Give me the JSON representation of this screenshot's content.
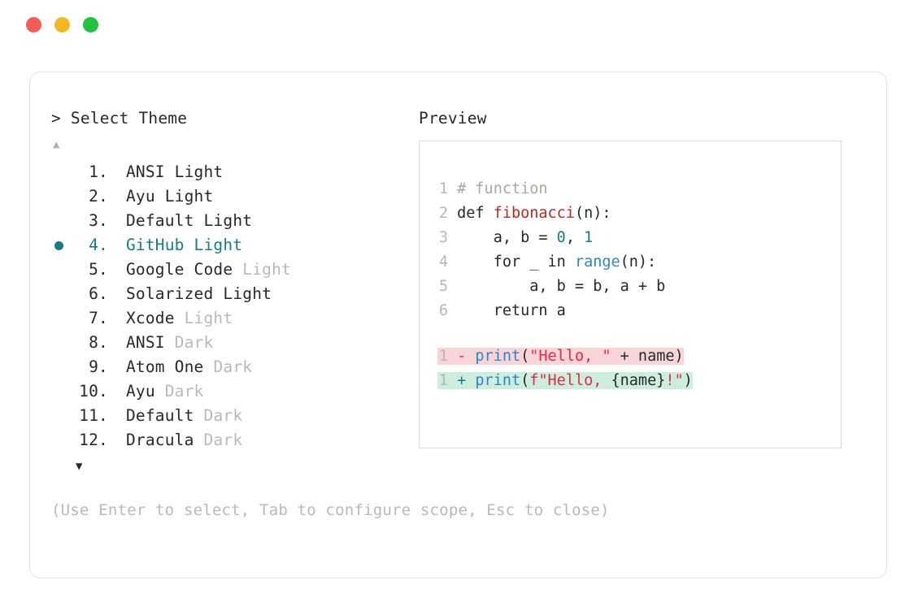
{
  "window": {
    "dots": [
      {
        "name": "close",
        "color": "#f45b56"
      },
      {
        "name": "minimize",
        "color": "#f5b825"
      },
      {
        "name": "maximize",
        "color": "#25c03f"
      }
    ]
  },
  "accent_color": "#167c7c",
  "left_panel": {
    "prompt": "> Select Theme",
    "scroll_up_glyph": "▲",
    "scroll_down_glyph": "▼",
    "selected_index": 4,
    "items": [
      {
        "index": "1.",
        "name": "ANSI",
        "suffix": "Light",
        "suffix_muted": false,
        "selected": false
      },
      {
        "index": "2.",
        "name": "Ayu",
        "suffix": "Light",
        "suffix_muted": false,
        "selected": false
      },
      {
        "index": "3.",
        "name": "Default",
        "suffix": "Light",
        "suffix_muted": false,
        "selected": false
      },
      {
        "index": "4.",
        "name": "GitHub",
        "suffix": "Light",
        "suffix_muted": false,
        "selected": true
      },
      {
        "index": "5.",
        "name": "Google Code",
        "suffix": "Light",
        "suffix_muted": true,
        "selected": false
      },
      {
        "index": "6.",
        "name": "Solarized",
        "suffix": "Light",
        "suffix_muted": false,
        "selected": false
      },
      {
        "index": "7.",
        "name": "Xcode",
        "suffix": "Light",
        "suffix_muted": true,
        "selected": false
      },
      {
        "index": "8.",
        "name": "ANSI",
        "suffix": "Dark",
        "suffix_muted": true,
        "selected": false
      },
      {
        "index": "9.",
        "name": "Atom One",
        "suffix": "Dark",
        "suffix_muted": true,
        "selected": false
      },
      {
        "index": "10.",
        "name": "Ayu",
        "suffix": "Dark",
        "suffix_muted": true,
        "selected": false
      },
      {
        "index": "11.",
        "name": "Default",
        "suffix": "Dark",
        "suffix_muted": true,
        "selected": false
      },
      {
        "index": "12.",
        "name": "Dracula",
        "suffix": "Dark",
        "suffix_muted": true,
        "selected": false
      }
    ]
  },
  "right_panel": {
    "header": "Preview",
    "code_lines": [
      {
        "ln": "1",
        "tokens": [
          {
            "t": "# function",
            "c": "c-comment"
          }
        ]
      },
      {
        "ln": "2",
        "tokens": [
          {
            "t": "def ",
            "c": "c-plain"
          },
          {
            "t": "fibonacci",
            "c": "c-func"
          },
          {
            "t": "(n):",
            "c": "c-plain"
          }
        ]
      },
      {
        "ln": "3",
        "tokens": [
          {
            "t": "    a, b = ",
            "c": "c-plain"
          },
          {
            "t": "0",
            "c": "c-num"
          },
          {
            "t": ", ",
            "c": "c-plain"
          },
          {
            "t": "1",
            "c": "c-num"
          }
        ]
      },
      {
        "ln": "4",
        "tokens": [
          {
            "t": "    for _ in ",
            "c": "c-plain"
          },
          {
            "t": "range",
            "c": "c-builtin"
          },
          {
            "t": "(n):",
            "c": "c-plain"
          }
        ]
      },
      {
        "ln": "5",
        "tokens": [
          {
            "t": "        a, b = b, a + b",
            "c": "c-plain"
          }
        ]
      },
      {
        "ln": "6",
        "tokens": [
          {
            "t": "    return a",
            "c": "c-plain"
          }
        ]
      }
    ],
    "diff_lines": [
      {
        "ln": "1",
        "kind": "del",
        "marker": "-",
        "tokens": [
          {
            "t": "print",
            "c": "c-builtin"
          },
          {
            "t": "(",
            "c": "c-plain"
          },
          {
            "t": "\"Hello, \"",
            "c": "c-str"
          },
          {
            "t": " + name)",
            "c": "c-plain"
          }
        ]
      },
      {
        "ln": "1",
        "kind": "add",
        "marker": "+",
        "tokens": [
          {
            "t": "print",
            "c": "c-builtin"
          },
          {
            "t": "(",
            "c": "c-plain"
          },
          {
            "t": "f\"Hello, ",
            "c": "c-str"
          },
          {
            "t": "{name}",
            "c": "c-plain"
          },
          {
            "t": "!\"",
            "c": "c-str"
          },
          {
            "t": ")",
            "c": "c-plain"
          }
        ]
      }
    ]
  },
  "footer": {
    "hint": "(Use Enter to select, Tab to configure scope, Esc to close)"
  }
}
